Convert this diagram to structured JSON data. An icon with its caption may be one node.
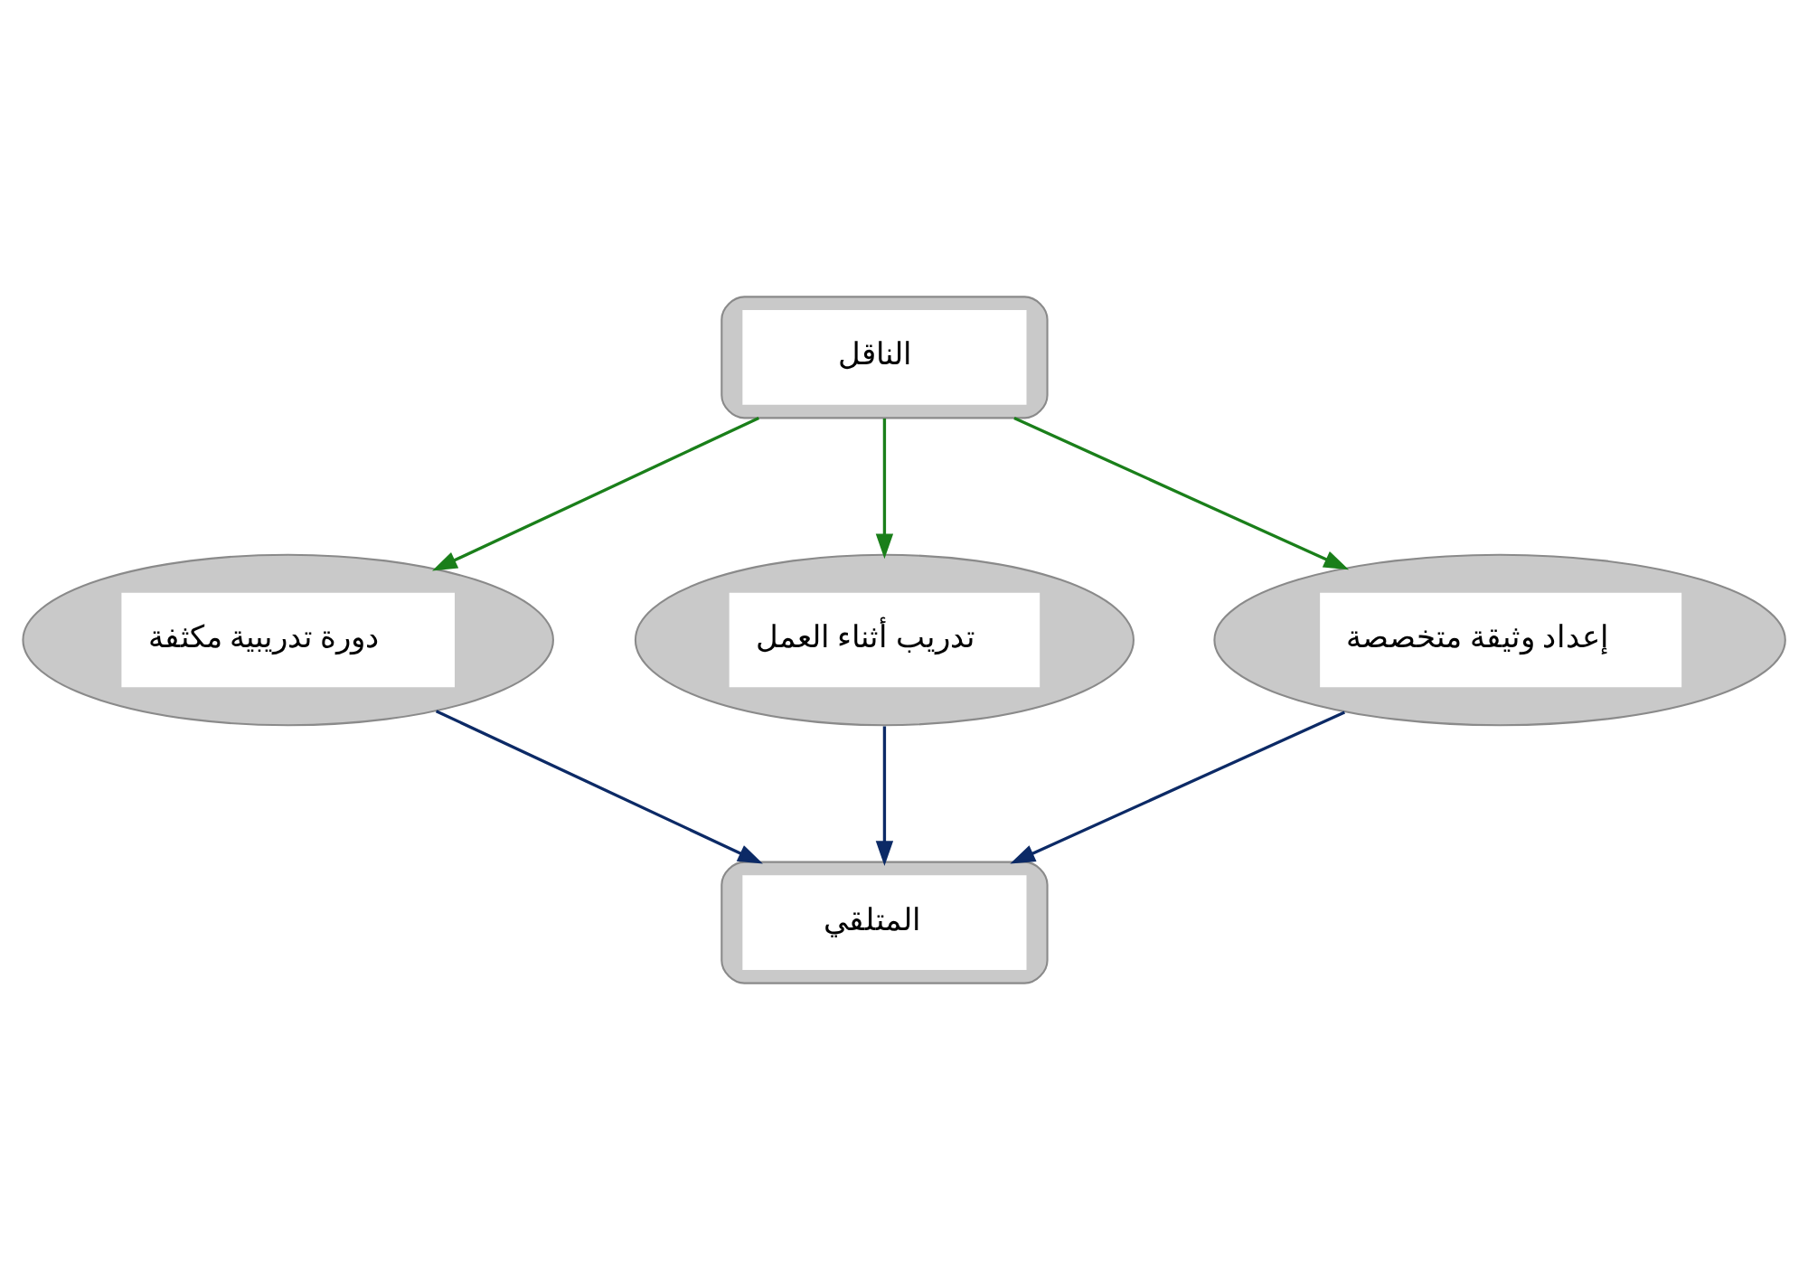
{
  "diagram": {
    "nodes": [
      {
        "text": [
          "الناقل"
        ]
      },
      {
        "text": [
          "إعداد وثيقة متخصصة"
        ]
      },
      {
        "text": [
          "تدريب أثناء العمل"
        ]
      },
      {
        "text": [
          "دورة تدريبية مكثفة"
        ]
      },
      {
        "text": [
          "المتلقي"
        ]
      }
    ],
    "edges": [
      {
        "from": 0,
        "to": 1,
        "arrow": "to",
        "color": "#1a7f1a"
      },
      {
        "from": 0,
        "to": 2,
        "arrow": "to",
        "color": "#1a7f1a"
      },
      {
        "from": 0,
        "to": 3,
        "arrow": "to",
        "color": "#1a7f1a"
      },
      {
        "from": 1,
        "to": 4,
        "arrow": "to",
        "color": "#0c2a66"
      },
      {
        "from": 2,
        "to": 4,
        "arrow": "to",
        "color": "#0c2a66"
      },
      {
        "from": 3,
        "to": 4,
        "arrow": "to",
        "color": "#0c2a66"
      }
    ]
  }
}
